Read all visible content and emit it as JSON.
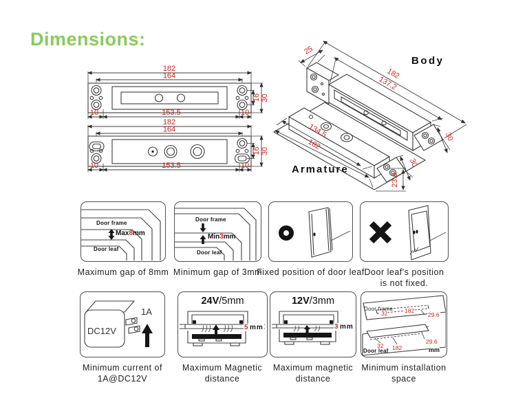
{
  "colors": {
    "accent_green": "#8cc95e",
    "dim_red": "#c8281e",
    "line_dark": "#3c3c3c"
  },
  "title": "Dimensions:",
  "front_body": {
    "width_outer": "182",
    "width_holes": "164",
    "width_inner": "153.5",
    "edge_left": "10",
    "edge_right": "10",
    "height_holes": "16",
    "height_outer": "30"
  },
  "front_armature": {
    "width_outer": "182",
    "width_holes": "164",
    "width_inner": "153.5",
    "edge_left": "10",
    "edge_right": "10",
    "height_holes": "16",
    "height_outer": "30"
  },
  "iso_body": {
    "label": "Body",
    "depth": "25",
    "length_outer": "182",
    "length_inner": "137.2",
    "bracket_height": "30"
  },
  "iso_armature": {
    "label": "Armature",
    "length_inner": "134.5",
    "length_outer": "182",
    "bracket_height": "30",
    "drop": "23.6"
  },
  "panel_max_gap": {
    "door_frame": "Door frame",
    "door_leaf": "Door leaf",
    "gap_prefix": "Max",
    "gap_value": "8",
    "gap_unit": "mm",
    "caption": "Maximum gap of 8mm"
  },
  "panel_min_gap": {
    "door_frame": "Door frame",
    "door_leaf": "Door leaf",
    "gap_prefix": "Min",
    "gap_value": "3",
    "gap_unit": "mm",
    "caption": "Minimum gap of 3mm"
  },
  "panel_fixed": {
    "caption": "Fixed position of door leaf"
  },
  "panel_not_fixed": {
    "caption_line1": "Door leaf's position",
    "caption_line2": "is not fixed."
  },
  "panel_current": {
    "adapter_label": "DC12V",
    "current": "1A",
    "caption_line1": "Minimum current of",
    "caption_line2": "1A@DC12V"
  },
  "panel_mag_24": {
    "voltage": "24V",
    "slash_gap": "/5mm",
    "gap_value": "5",
    "gap_unit": "mm",
    "caption_line1": "Maximum Magnetic",
    "caption_line2": "distance"
  },
  "panel_mag_12": {
    "voltage": "12V",
    "slash_gap": "/3mm",
    "gap_value": "3",
    "gap_unit": "mm",
    "caption_line1": "Maximum magnetic",
    "caption_line2": "distance"
  },
  "panel_install": {
    "door_frame": "Door frame",
    "door_leaf": "Door leaf",
    "top_width": "32",
    "top_length": "182",
    "top_depth": "29.6",
    "bottom_width": "32",
    "bottom_length": "182",
    "bottom_depth": "29.6",
    "unit": "mm",
    "caption_line1": "Minimum installation",
    "caption_line2": "space"
  }
}
